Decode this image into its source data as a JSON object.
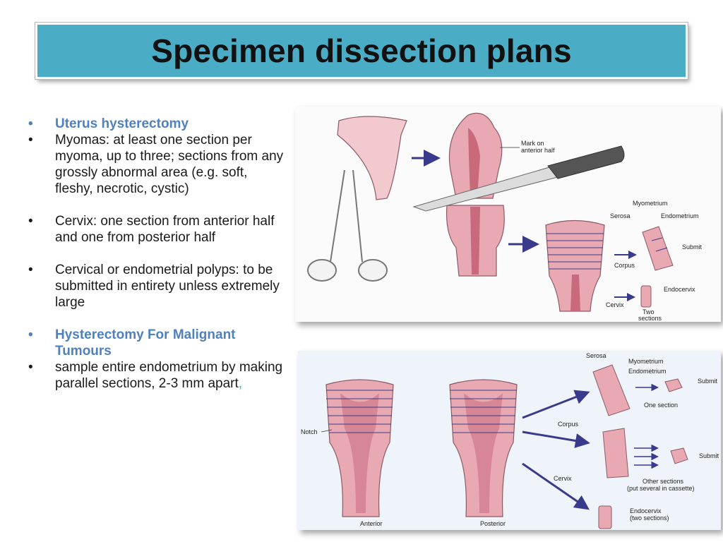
{
  "title": "Specimen dissection plans",
  "bullets": {
    "b1": "Uterus hysterectomy",
    "b2": "Myomas: at least one section per myoma, up to three; sections from any grossly abnormal area (e.g. soft, fleshy, necrotic, cystic)",
    "b3": "Cervix: one section from anterior half and one from posterior half",
    "b4": "Cervical or endometrial polyps: to be submitted in entirety unless extremely large",
    "b5": "Hysterectomy For Malignant Tumours",
    "b6_text": "sample entire endometrium by making parallel sections, 2-3 mm apart",
    "b6_suffix": ","
  },
  "figure1": {
    "mark": [
      "Mark on",
      "anterior half"
    ],
    "myometrium": "Myometrium",
    "serosa": "Serosa",
    "endometrium": "Endometrium",
    "submit": "Submit",
    "corpus": "Corpus",
    "endocervix": "Endocervix",
    "cervix": "Cervix",
    "two_sections": [
      "Two",
      "sections"
    ]
  },
  "figure2": {
    "serosa": "Serosa",
    "myometrium": "Myometrium",
    "endometrium": "Endometrium",
    "submit1": "Submit",
    "one_section": "One section",
    "notch": "Notch",
    "corpus": "Corpus",
    "submit2": "Submit",
    "cervix": "Cervix",
    "other_sections": [
      "Other sections",
      "(put several in cassette)"
    ],
    "anterior": "Anterior",
    "posterior": "Posterior",
    "endocervix": [
      "Endocervix",
      "(two sections)"
    ]
  },
  "colors": {
    "banner": "#4bacc6",
    "heading_blue": "#4f81bd",
    "tissue": "#e8a9b3",
    "tissue_dark": "#c8697c",
    "arrow": "#3a3a8c"
  }
}
